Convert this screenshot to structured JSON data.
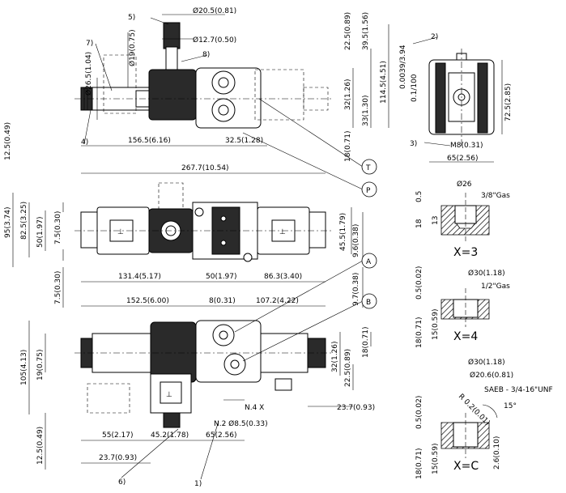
{
  "dimensions": {
    "d_20_5": "Ø20.5(0.81)",
    "d_12_7": "Ø12.7(0.50)",
    "d_19": "Ø19(0.75)",
    "d_26_5": "Ø26.5(1.04)",
    "d_22_5_top": "22.5(0.89)",
    "d_39_5": "39.5(1.56)",
    "d_114_5": "114.5(4.51)",
    "d_32_top": "32(1.26)",
    "d_33": "33(1.30)",
    "d_18_top": "18(0.71)",
    "d_156_5": "156.5(6.16)",
    "d_32_5": "32.5(1.28)",
    "d_12_5_top": "12.5(0.49)",
    "d_267_7": "267.7(10.54)",
    "d_95": "95(3.74)",
    "d_82_5": "82.5(3.25)",
    "d_50_v": "50(1.97)",
    "d_7_5_a": "7.5(0.30)",
    "d_45_5": "45.5(1.79)",
    "d_9_6": "9.6(0.38)",
    "d_131_4": "131.4(5.17)",
    "d_50_h": "50(1.97)",
    "d_86_3": "86.3(3.40)",
    "d_7_5_b": "7.5(0.30)",
    "d_152_5": "152.5(6.00)",
    "d_8": "8(0.31)",
    "d_107_2": "107.2(4.22)",
    "d_9_7": "9.7(0.38)",
    "d_105": "105(4.13)",
    "d_19_v": "19(0.75)",
    "d_32_low": "32(1.26)",
    "d_22_5_low": "22.5(0.89)",
    "d_18_low": "18(0.71)",
    "d_23_7_a": "23.7(0.93)",
    "n4x": "N.4 X",
    "n2": "N.2 Ø8.5(0.33)",
    "d_55": "55(2.17)",
    "d_45_2": "45.2(1.78)",
    "d_65_low": "65(2.56)",
    "d_12_5_low": "12.5(0.49)",
    "d_23_7_b": "23.7(0.93)",
    "d_flat": "0.0039/3.94",
    "d_flat2": "0.1/100",
    "d_72_5": "72.5(2.85)",
    "m8": "M8(0.31)",
    "d_65_side": "65(2.56)"
  },
  "callouts": {
    "c1": "1)",
    "c2": "2)",
    "c3": "3)",
    "c4": "4)",
    "c5": "5)",
    "c6": "6)",
    "c7": "7)",
    "c8": "8)",
    "T": "T",
    "P": "P",
    "A": "A",
    "B": "B"
  },
  "details": {
    "x3": {
      "title": "X=3",
      "d26": "Ø26",
      "thread": "3/8\"Gas",
      "d0_5": "0.5",
      "d18": "18",
      "d13": "13"
    },
    "x4": {
      "title": "X=4",
      "d30": "Ø30(1.18)",
      "thread": "1/2\"Gas",
      "d0_5": "0.5(0.02)",
      "d18": "18(0.71)",
      "d15": "15(0.59)"
    },
    "xc": {
      "title": "X=C",
      "d30": "Ø30(1.18)",
      "d20_6": "Ø20.6(0.81)",
      "thread": "SAEB - 3/4-16\"UNF",
      "r": "R 0.2(0.01)",
      "ang": "15°",
      "d0_5": "0.5(0.02)",
      "d18": "18(0.71)",
      "d15": "15(0.59)",
      "d2_6": "2.6(0.10)"
    }
  }
}
